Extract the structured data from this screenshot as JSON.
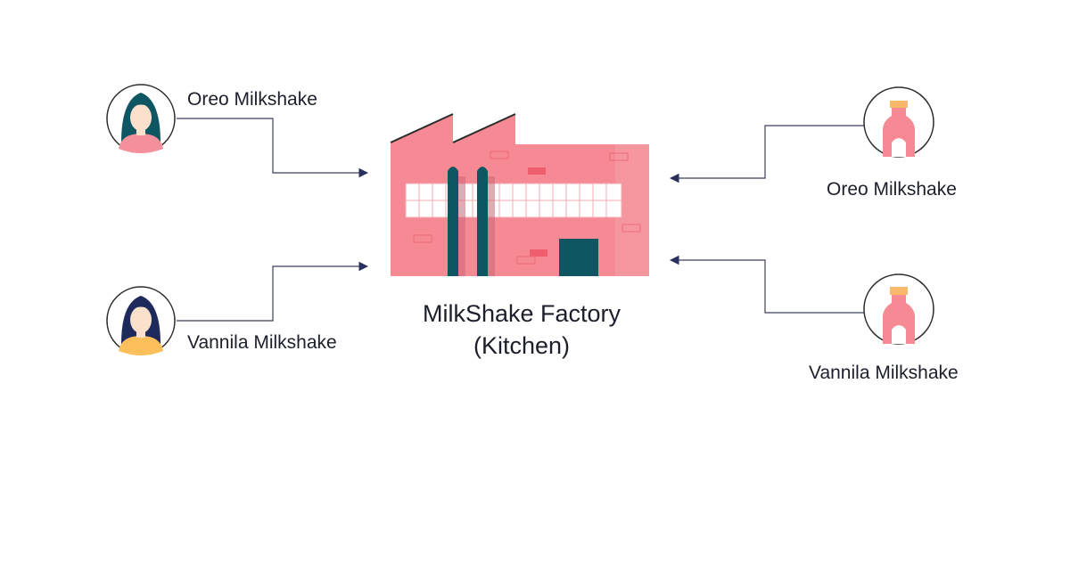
{
  "diagram": {
    "factory": {
      "title_line1": "MilkShake Factory",
      "title_line2": "(Kitchen)",
      "icon": "factory-icon",
      "colors": {
        "building": "#f58a94",
        "pipe": "#0e5662",
        "door": "#0e5662",
        "window": "#ffffff"
      }
    },
    "customers": [
      {
        "label": "Oreo Milkshake",
        "icon": "woman-avatar-icon",
        "hair": "#0e5662",
        "shirt": "#f3909b"
      },
      {
        "label": "Vannila Milkshake",
        "icon": "woman-avatar-icon",
        "hair": "#1f2a5c",
        "shirt": "#fbbf5c"
      }
    ],
    "products": [
      {
        "label": "Oreo Milkshake",
        "icon": "milkshake-bottle-icon"
      },
      {
        "label": "Vannila Milkshake",
        "icon": "milkshake-bottle-icon"
      }
    ],
    "arrow_color": "#2a2f5e",
    "line_color": "#3b3f5c"
  }
}
